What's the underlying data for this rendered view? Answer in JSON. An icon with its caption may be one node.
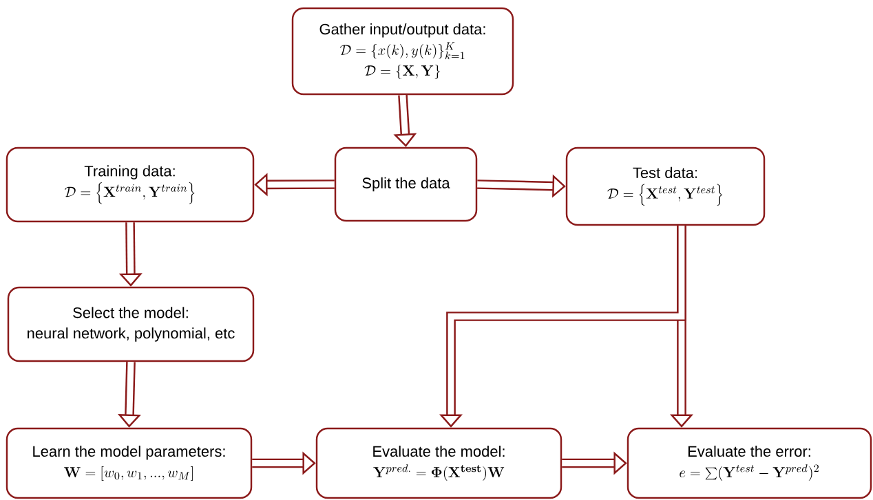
{
  "diagram": {
    "nodes": [
      {
        "text": [
          "Gather input/output data:",
          "\\mathcal{D} = \\{x(k), y(k)\\}_{k=1}^{K}",
          "\\mathcal{D} = \\left\\{\\mathbf{X}, \\mathbf{Y}\\right\\}"
        ]
      },
      {
        "text": [
          "Training data:",
          "\\mathcal{D} = \\left\\{\\mathbf{X}^{train}, \\mathbf{Y}^{train}\\right\\}"
        ]
      },
      {
        "text": [
          "Split the data"
        ]
      },
      {
        "text": [
          "Test data:",
          "\\mathcal{D} = \\left\\{\\mathbf{X}^{test}, \\mathbf{Y}^{test}\\right\\}"
        ]
      },
      {
        "text": [
          "Select the model:",
          "neural network, polynomial, etc"
        ]
      },
      {
        "text": [
          "Learn the model parameters:",
          "\\mathbf{W} = [w_0, w_1, ..., w_M]"
        ]
      },
      {
        "text": [
          "Evaluate the model:",
          "\\mathbf{Y}^{pred.} = \\mathbf{\\Phi}(\\mathbf{X}^{\\mathbf{test}})\\mathbf{W}"
        ]
      },
      {
        "text": [
          "Evaluate the error:",
          "e = \\sum(\\mathbf{Y}^{test} - \\mathbf{Y}^{pred})^2"
        ]
      }
    ],
    "edges": [
      {
        "from": 0,
        "to": 2,
        "arrow": "to"
      },
      {
        "from": 2,
        "to": 1,
        "arrow": "to"
      },
      {
        "from": 2,
        "to": 3,
        "arrow": "to"
      },
      {
        "from": 1,
        "to": 4,
        "arrow": "to"
      },
      {
        "from": 4,
        "to": 5,
        "arrow": "to"
      },
      {
        "from": 5,
        "to": 6,
        "arrow": "to"
      },
      {
        "from": 6,
        "to": 7,
        "arrow": "to"
      },
      {
        "from": 3,
        "to": 7,
        "arrow": "to"
      },
      {
        "from": 3,
        "to": 6,
        "arrow": "to"
      }
    ]
  }
}
